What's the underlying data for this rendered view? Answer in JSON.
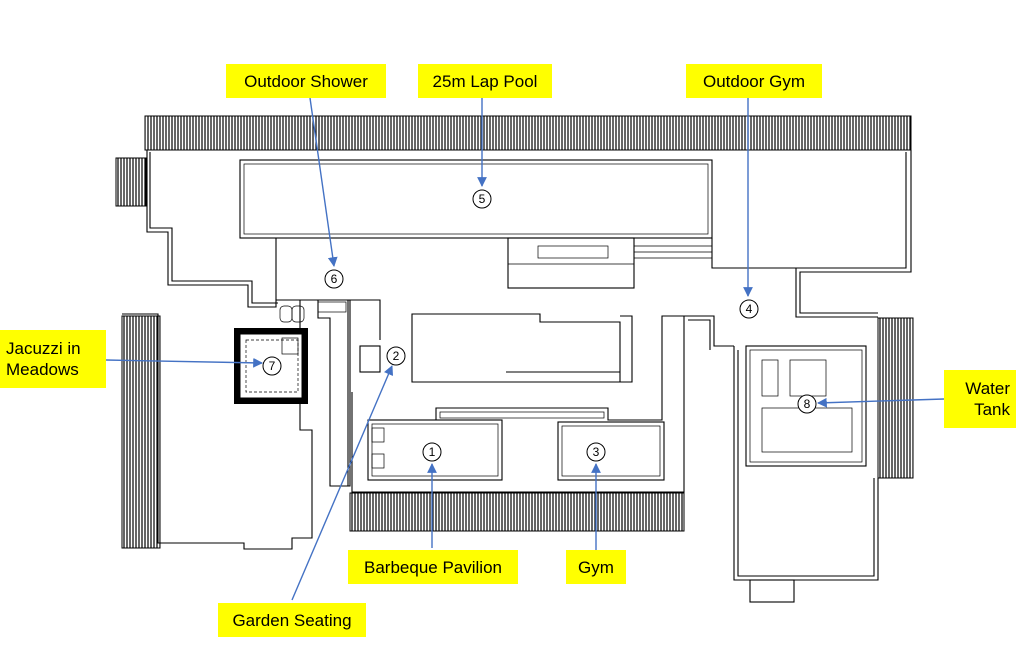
{
  "labels": {
    "outdoor_shower": "Outdoor Shower",
    "lap_pool": "25m Lap Pool",
    "outdoor_gym": "Outdoor Gym",
    "jacuzzi_line1": "Jacuzzi in",
    "jacuzzi_line2": "Meadows",
    "water_tank_line1": "Water",
    "water_tank_line2": "Tank",
    "barbeque_pavilion": "Barbeque Pavilion",
    "gym": "Gym",
    "garden_seating": "Garden Seating"
  },
  "markers": {
    "m1": "1",
    "m2": "2",
    "m3": "3",
    "m4": "4",
    "m5": "5",
    "m6": "6",
    "m7": "7",
    "m8": "8"
  },
  "colors": {
    "label_background": "#ffff00",
    "arrow": "#4472c4",
    "line": "#000000"
  }
}
